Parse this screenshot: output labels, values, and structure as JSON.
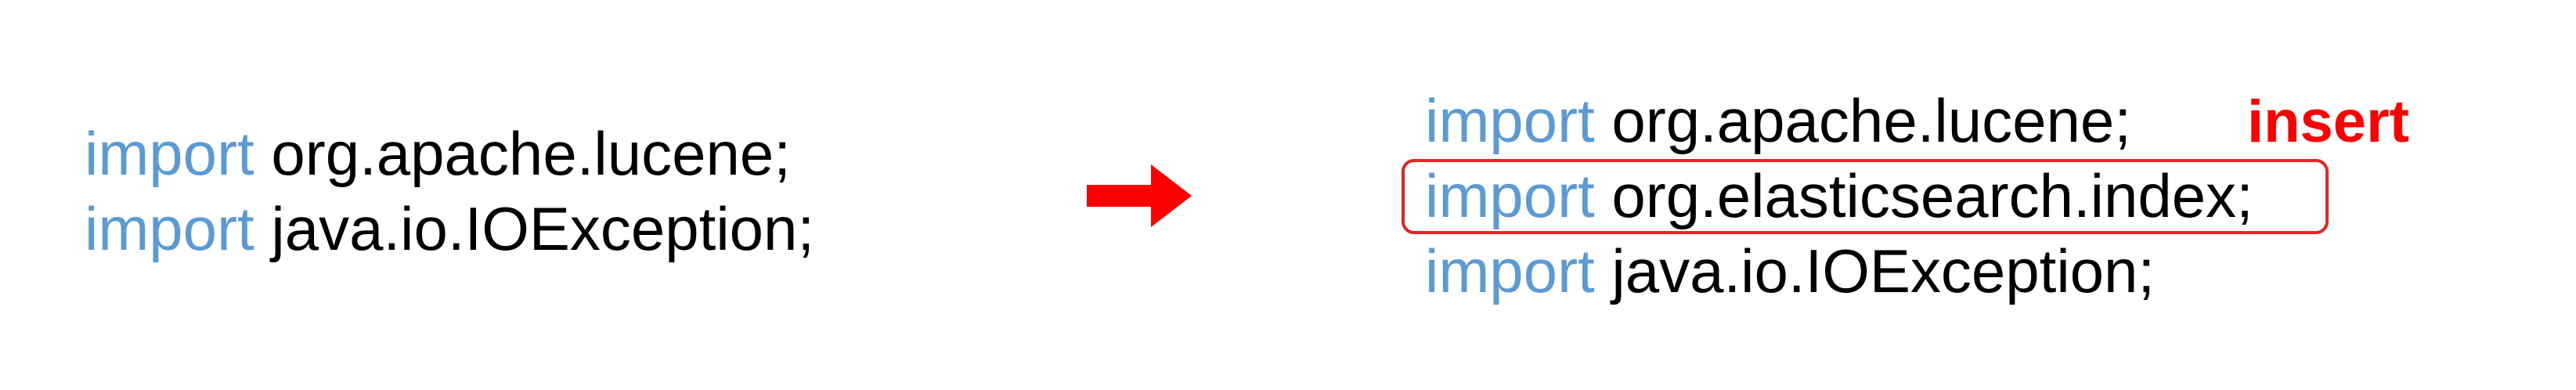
{
  "colors": {
    "keyword": "#5b9bd5",
    "text": "#000000",
    "accent": "#ff0000",
    "box_border": "#e32626"
  },
  "before": {
    "lines": [
      {
        "keyword": "import",
        "path": "org.apache.lucene;"
      },
      {
        "keyword": "import",
        "path": "java.io.IOException;"
      }
    ]
  },
  "arrow": {
    "icon": "right-arrow-icon"
  },
  "after": {
    "lines": [
      {
        "keyword": "import",
        "path": "org.apache.lucene;"
      },
      {
        "keyword": "import",
        "path": "org.elasticsearch.index;"
      },
      {
        "keyword": "import",
        "path": "java.io.IOException;"
      }
    ],
    "inserted_line_index": 1,
    "annotation": "insert"
  }
}
